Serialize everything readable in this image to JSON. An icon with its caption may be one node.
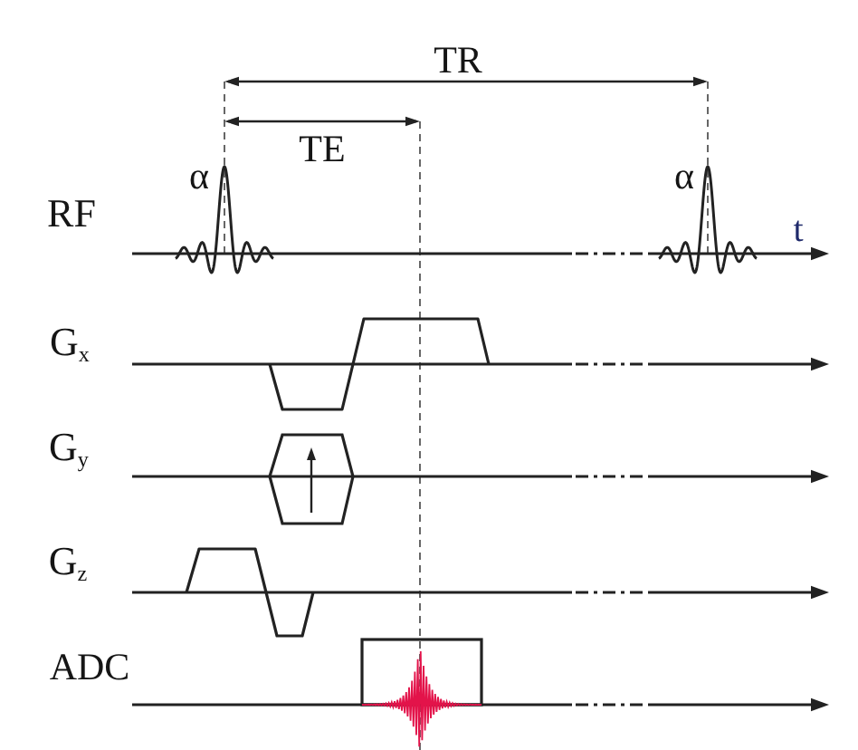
{
  "diagram": {
    "labels": [
      "TR",
      "TE",
      "α",
      "α",
      "RF",
      "t",
      "G$_{x}$",
      "G$_{y}$",
      "G$_{z}$",
      "ADC"
    ]
  }
}
